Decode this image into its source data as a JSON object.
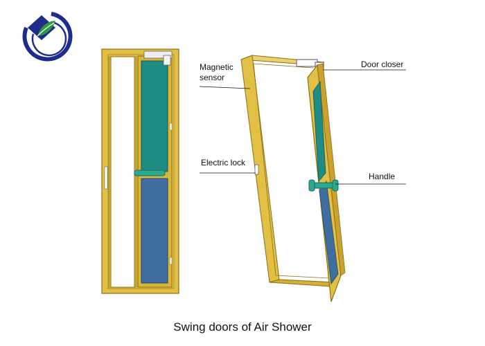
{
  "caption": "Swing doors of Air Shower",
  "labels": {
    "magnetic_sensor": [
      "Magnetic",
      "sensor"
    ],
    "door_closer": "Door closer",
    "electric_lock": "Electric lock",
    "handle": "Handle"
  },
  "colors": {
    "frame_gold": "#E2C046",
    "frame_edge": "#8A6E14",
    "glass_teal": "#1E8C82",
    "panel_blue": "#3F6FA0",
    "handle_teal": "#2CA88F",
    "logo_navy": "#1F2C8C",
    "logo_green": "#2E9A3C"
  },
  "icons": {
    "logo": "company-logo-icon"
  }
}
